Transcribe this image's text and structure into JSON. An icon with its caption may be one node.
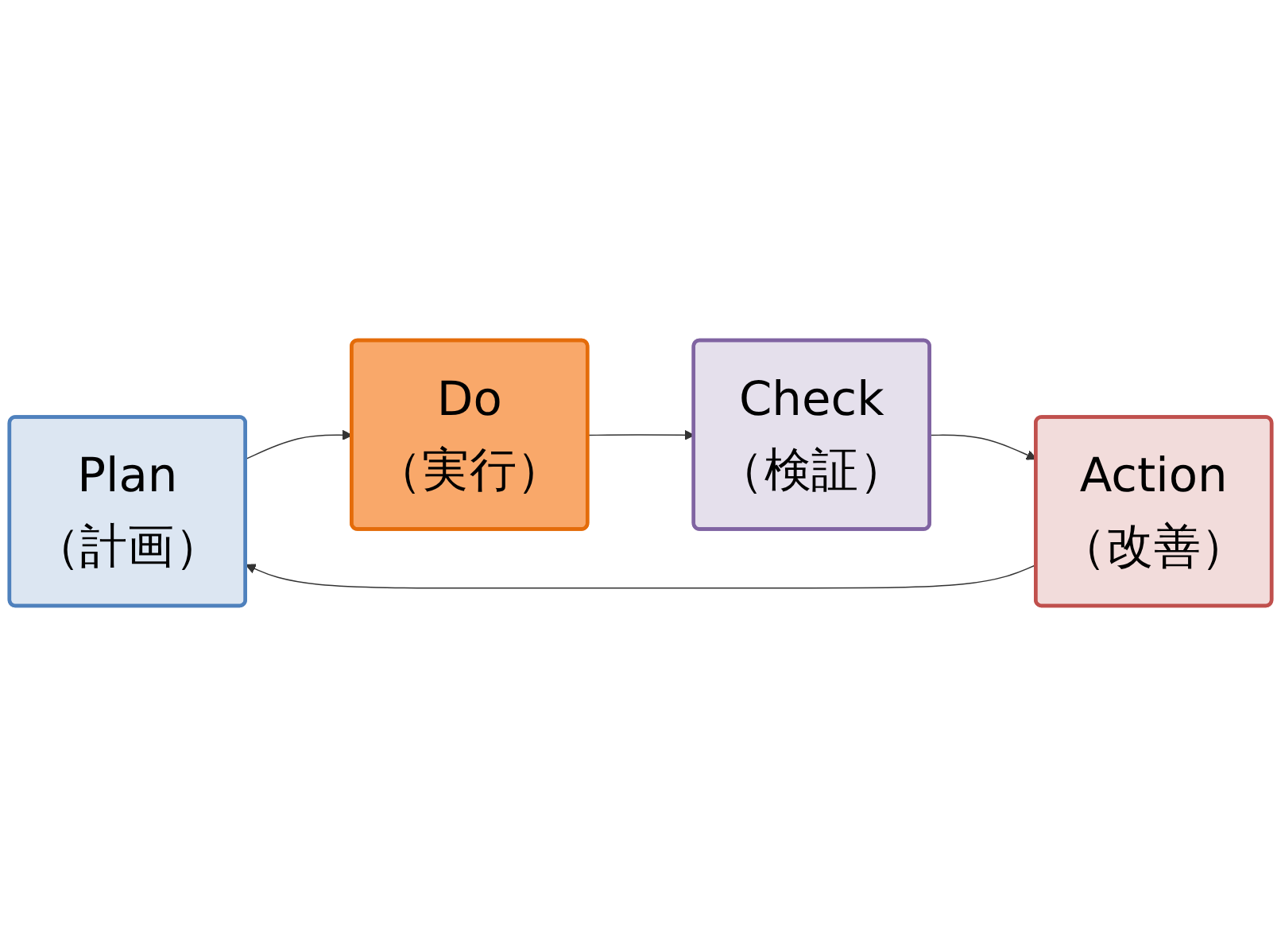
{
  "diagram": {
    "nodes": [
      {
        "text": [
          "Plan",
          "（計画）"
        ]
      },
      {
        "text": [
          "Do",
          "（実行）"
        ]
      },
      {
        "text": [
          "Check",
          "（検証）"
        ]
      },
      {
        "text": [
          "Action",
          "（改善）"
        ]
      }
    ],
    "edges": [
      {
        "from": 0,
        "to": 1,
        "arrow": "to"
      },
      {
        "from": 1,
        "to": 2,
        "arrow": "to"
      },
      {
        "from": 2,
        "to": 3,
        "arrow": "to"
      },
      {
        "from": 3,
        "to": 0,
        "arrow": "to"
      }
    ]
  }
}
